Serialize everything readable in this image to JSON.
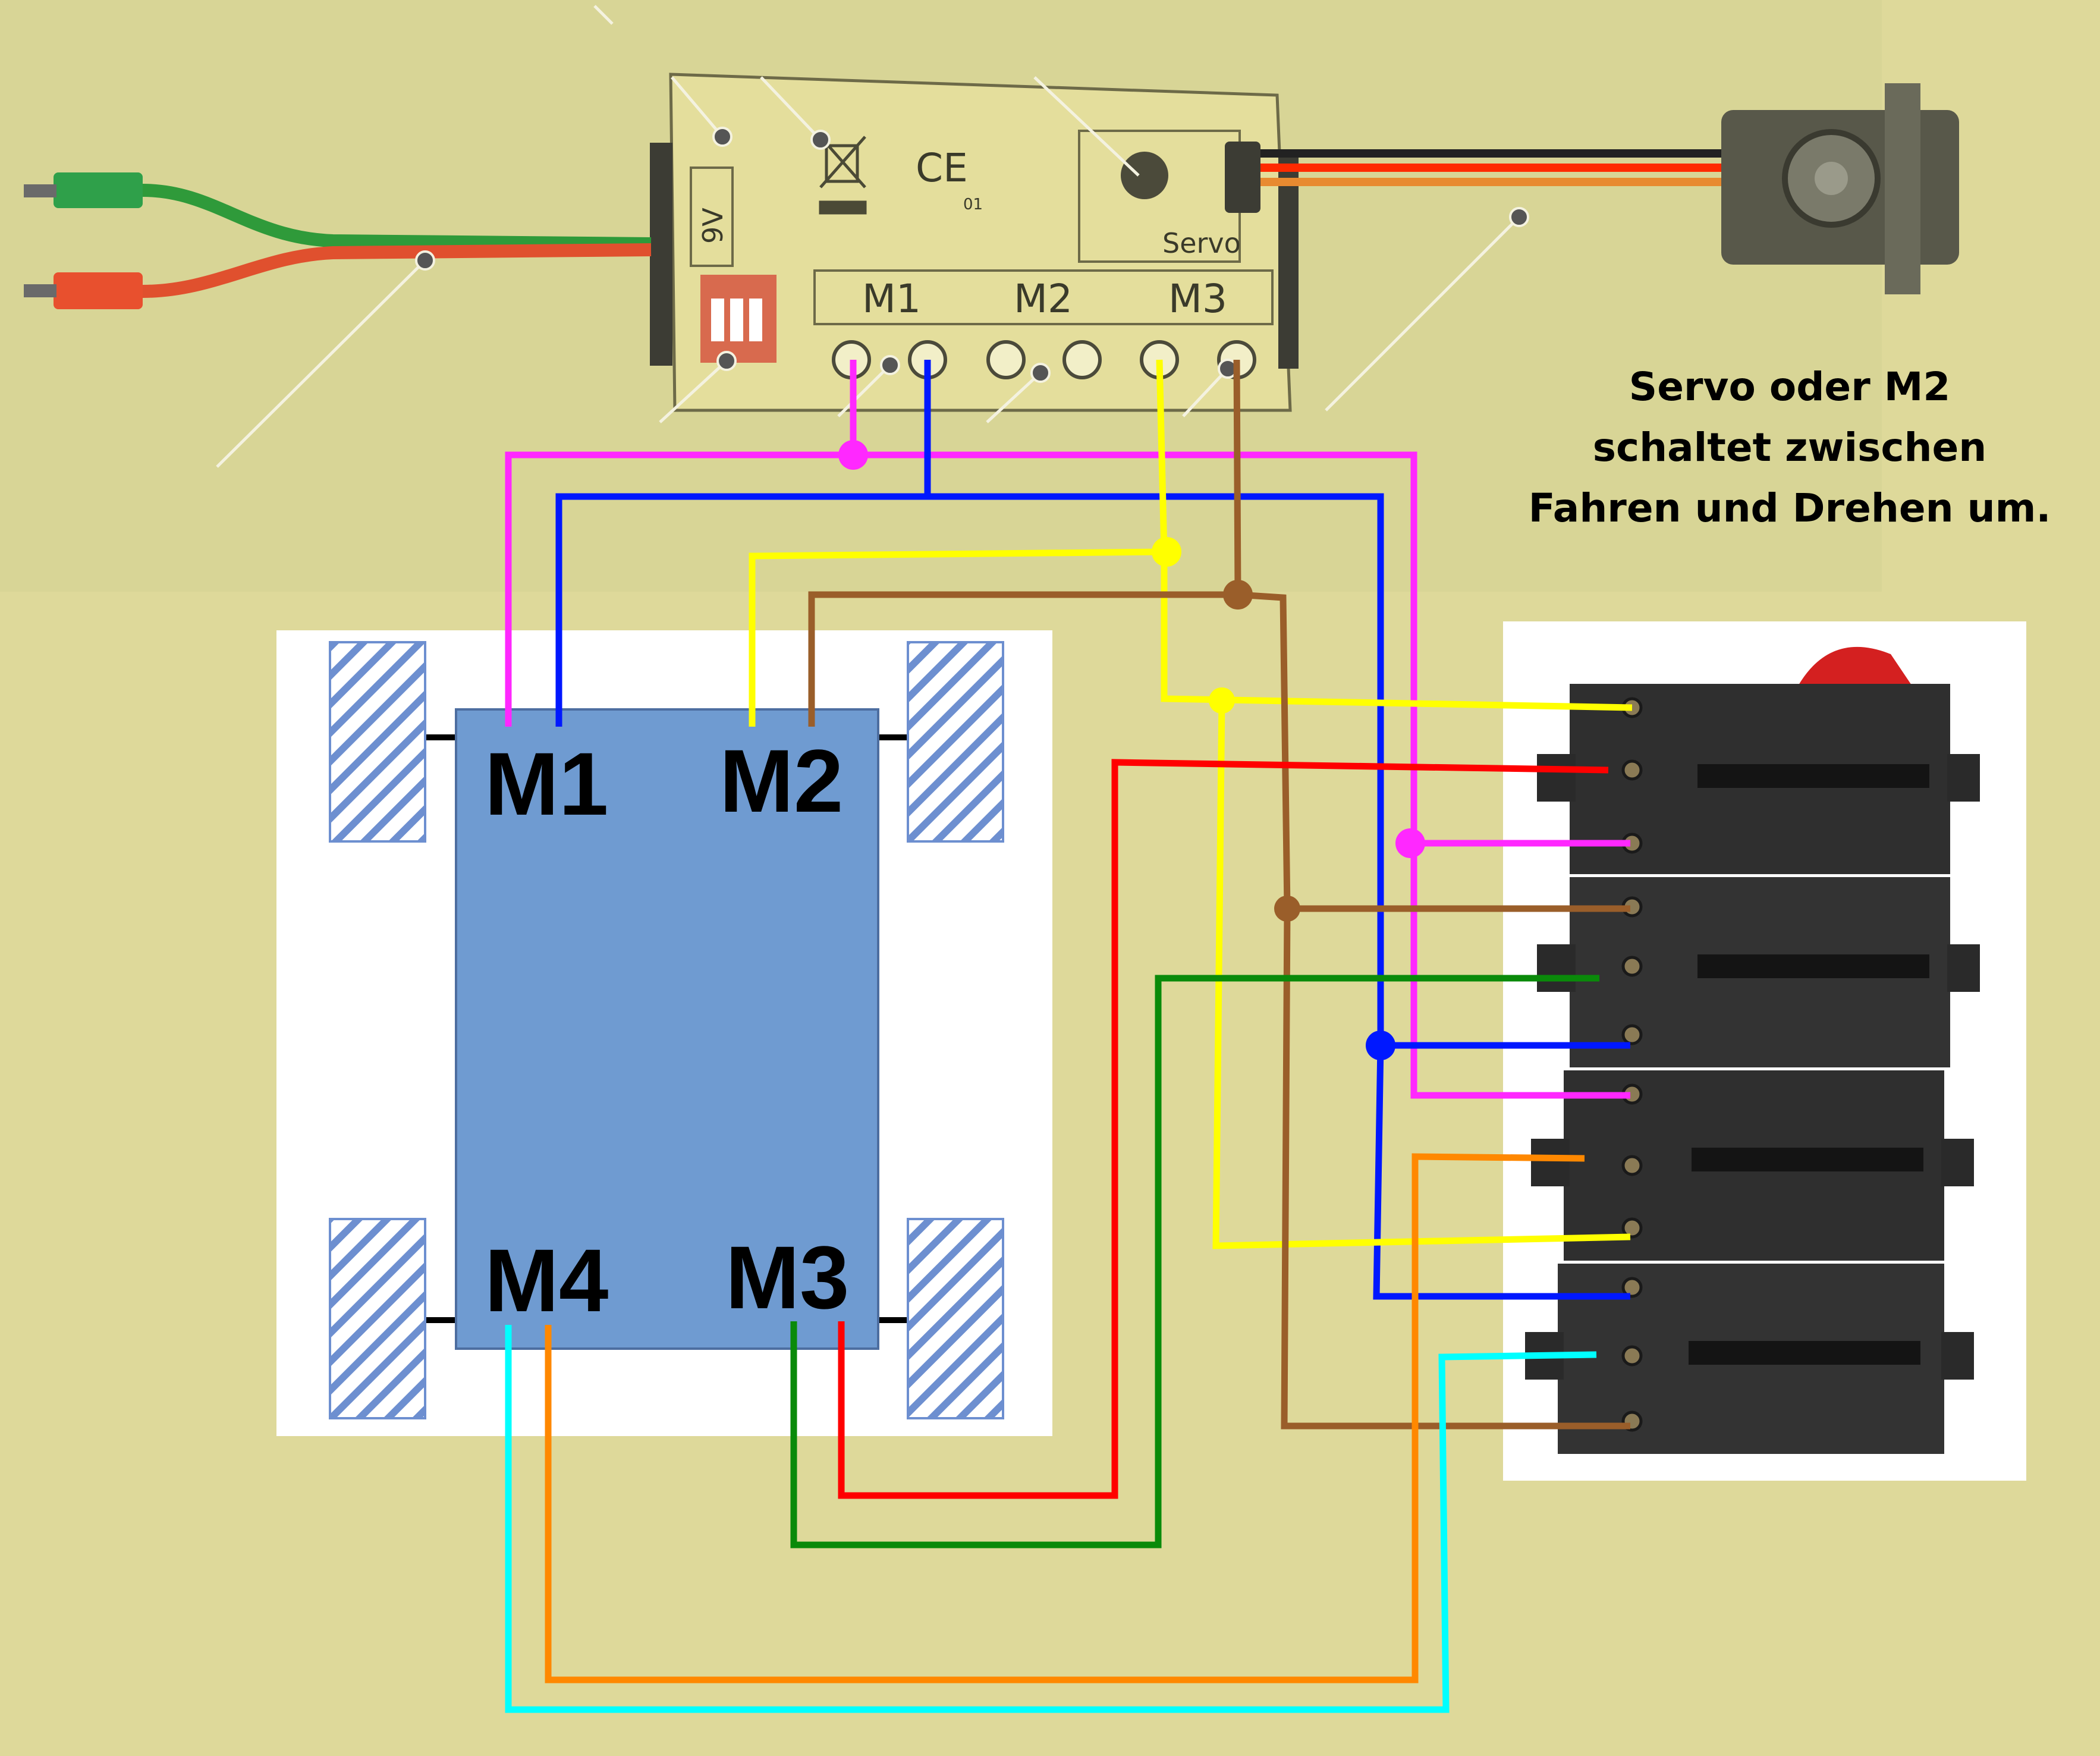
{
  "receiver": {
    "voltage_label": "9V",
    "ce_mark": "CE",
    "ce_code": "01",
    "servo_label": "Servo",
    "outputs": [
      "M1",
      "M2",
      "M3"
    ]
  },
  "motors": {
    "m1": "M1",
    "m2": "M2",
    "m3": "M3",
    "m4": "M4"
  },
  "note": {
    "line1": "Servo oder M2",
    "line2": "schaltet zwischen",
    "line3": "Fahren und Drehen um."
  },
  "colors": {
    "background": "#ded99a",
    "chassis": "#6f9bd1",
    "wire_magenta": "#ff28ff",
    "wire_blue": "#0018ff",
    "wire_yellow": "#ffff00",
    "wire_brown": "#9a5e2a",
    "wire_red": "#ff0000",
    "wire_green": "#0a8a0a",
    "wire_orange": "#ff8800",
    "wire_cyan": "#00ffff"
  }
}
